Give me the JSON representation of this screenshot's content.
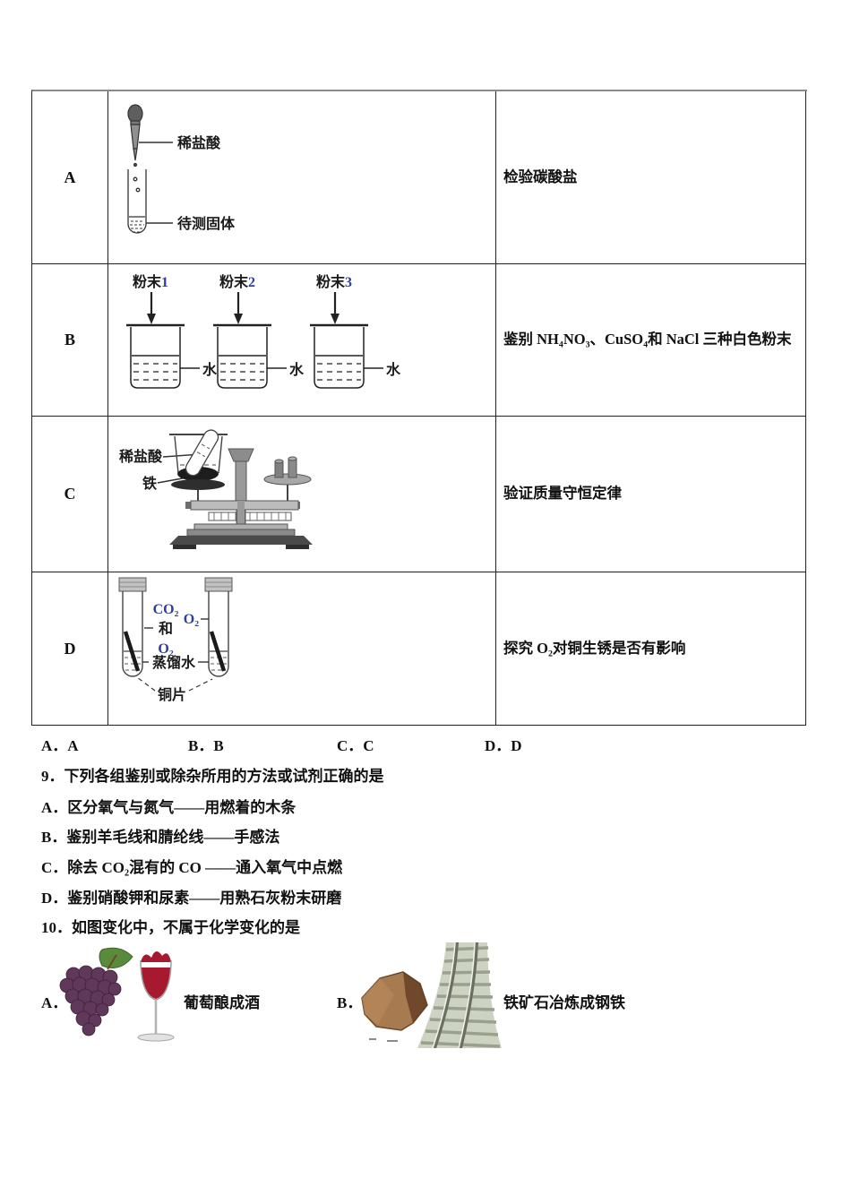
{
  "table": {
    "rows": [
      {
        "letter": "A",
        "description": "检验碳酸盐",
        "labels": {
          "dropper": "稀盐酸",
          "solid": "待测固体"
        }
      },
      {
        "letter": "B",
        "description": "鉴别 NH₄NO₃、CuSO₄和 NaCl 三种白色粉末",
        "labels": {
          "powder_word": "粉末",
          "powder_nums": [
            "1",
            "2",
            "3"
          ],
          "water": "水"
        }
      },
      {
        "letter": "C",
        "description": "验证质量守恒定律",
        "labels": {
          "acid": "稀盐酸",
          "iron": "铁"
        }
      },
      {
        "letter": "D",
        "description": "探究 O₂对铜生锈是否有影响",
        "labels": {
          "left_gas_top": "CO₂",
          "left_gas_mid": "和",
          "left_gas_bottom": "O₂",
          "right_gas": "O₂",
          "water": "蒸馏水",
          "copper": "铜片"
        }
      }
    ]
  },
  "answer_row": {
    "a": "A．A",
    "b": "B．B",
    "c": "C．C",
    "d": "D．D"
  },
  "q9": {
    "stem": "9．下列各组鉴别或除杂所用的方法或试剂正确的是",
    "options": [
      "A．区分氧气与氮气——用燃着的木条",
      "B．鉴别羊毛线和腈纶线——手感法",
      "C．除去 CO₂混有的 CO ——通入氧气中点燃",
      "D．鉴别硝酸钾和尿素——用熟石灰粉末研磨"
    ]
  },
  "q10": {
    "stem": "10．如图变化中，不属于化学变化的是",
    "options": [
      {
        "label": "A．",
        "caption": "葡萄酿成酒"
      },
      {
        "label": "B．",
        "caption": "铁矿石冶炼成钢铁"
      }
    ]
  },
  "colors": {
    "formula_blue": "#2e3d9e",
    "text": "#111111",
    "border": "#222222",
    "wine_red": "#a6192e",
    "grape_purple": "#60395a",
    "leaf_green": "#5a8a3c",
    "ore_brown": "#a87a50",
    "rail_band": "#cdd3c2"
  }
}
